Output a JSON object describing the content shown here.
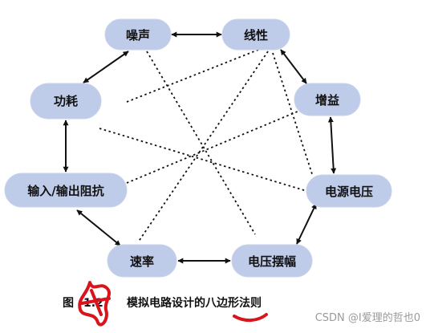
{
  "nodes": [
    {
      "id": "noise",
      "label": "噪声"
    },
    {
      "id": "linearity",
      "label": "线性"
    },
    {
      "id": "gain",
      "label": "增益"
    },
    {
      "id": "supply",
      "label": "电源电压"
    },
    {
      "id": "swing",
      "label": "电压摆幅"
    },
    {
      "id": "speed",
      "label": "速率"
    },
    {
      "id": "impedance",
      "label": "输入/输出阻抗"
    },
    {
      "id": "power",
      "label": "功耗"
    }
  ],
  "arrows": [
    {
      "from": "noise",
      "to": "linearity"
    },
    {
      "from": "linearity",
      "to": "gain"
    },
    {
      "from": "gain",
      "to": "supply"
    },
    {
      "from": "supply",
      "to": "swing"
    },
    {
      "from": "swing",
      "to": "speed"
    },
    {
      "from": "speed",
      "to": "impedance"
    },
    {
      "from": "impedance",
      "to": "power"
    },
    {
      "from": "power",
      "to": "noise"
    }
  ],
  "tradeoffs": [
    {
      "from": "noise",
      "to": "swing"
    },
    {
      "from": "linearity",
      "to": "power"
    },
    {
      "from": "linearity",
      "to": "speed"
    },
    {
      "from": "gain",
      "to": "impedance"
    },
    {
      "from": "power",
      "to": "supply"
    },
    {
      "from": "linearity",
      "to": "supply"
    }
  ],
  "caption": {
    "prefix": "图",
    "number": "1.2",
    "title": "模拟电路设计的八边形法则"
  },
  "watermark": "CSDN @I爱理的哲也0",
  "colors": {
    "node_fill": "#bfcce9",
    "node_stroke": "#c8d2ea",
    "arrow": "#111111",
    "dotted": "#111111",
    "scribble": "#d8141c"
  }
}
